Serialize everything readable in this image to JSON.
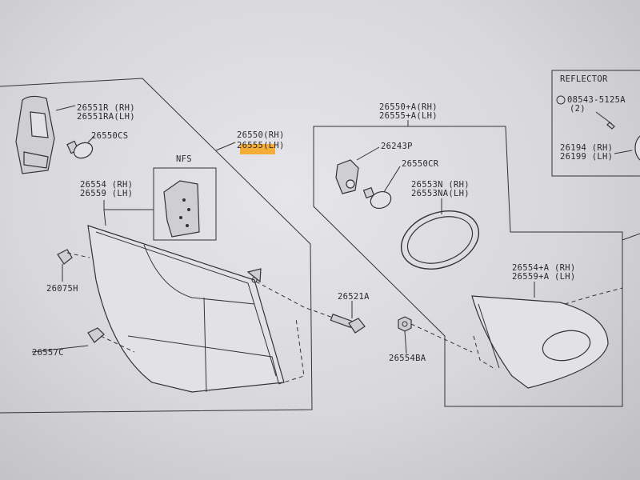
{
  "reflector": {
    "title": "REFLECTOR",
    "bolt_code": "08543-5125A",
    "bolt_qty": "(2)",
    "rh": "26194 (RH)",
    "lh": "26199 (LH)"
  },
  "left_panel": {
    "assembly_rh": "26550(RH)",
    "assembly_lh": "26555(LH)",
    "socket_rh": "26551R (RH)",
    "socket_lh": "26551RA(LH)",
    "bulb": "26550CS",
    "nfs": "NFS",
    "lens_rh": "26554 (RH)",
    "lens_lh": "26559 (LH)",
    "clip": "26075H",
    "grommet": "26557C"
  },
  "center": {
    "bolt": "26521A",
    "nut": "26554BA"
  },
  "right_panel": {
    "assembly_rh": "26550+A(RH)",
    "assembly_lh": "26555+A(LH)",
    "socket": "26243P",
    "bulb": "26550CR",
    "gasket_rh": "26553N (RH)",
    "gasket_lh": "26553NA(LH)",
    "lens_rh": "26554+A (RH)",
    "lens_lh": "26559+A (LH)"
  },
  "colors": {
    "highlight": "#f5a623",
    "paper": "#e4e4e8",
    "ink": "#333333"
  }
}
